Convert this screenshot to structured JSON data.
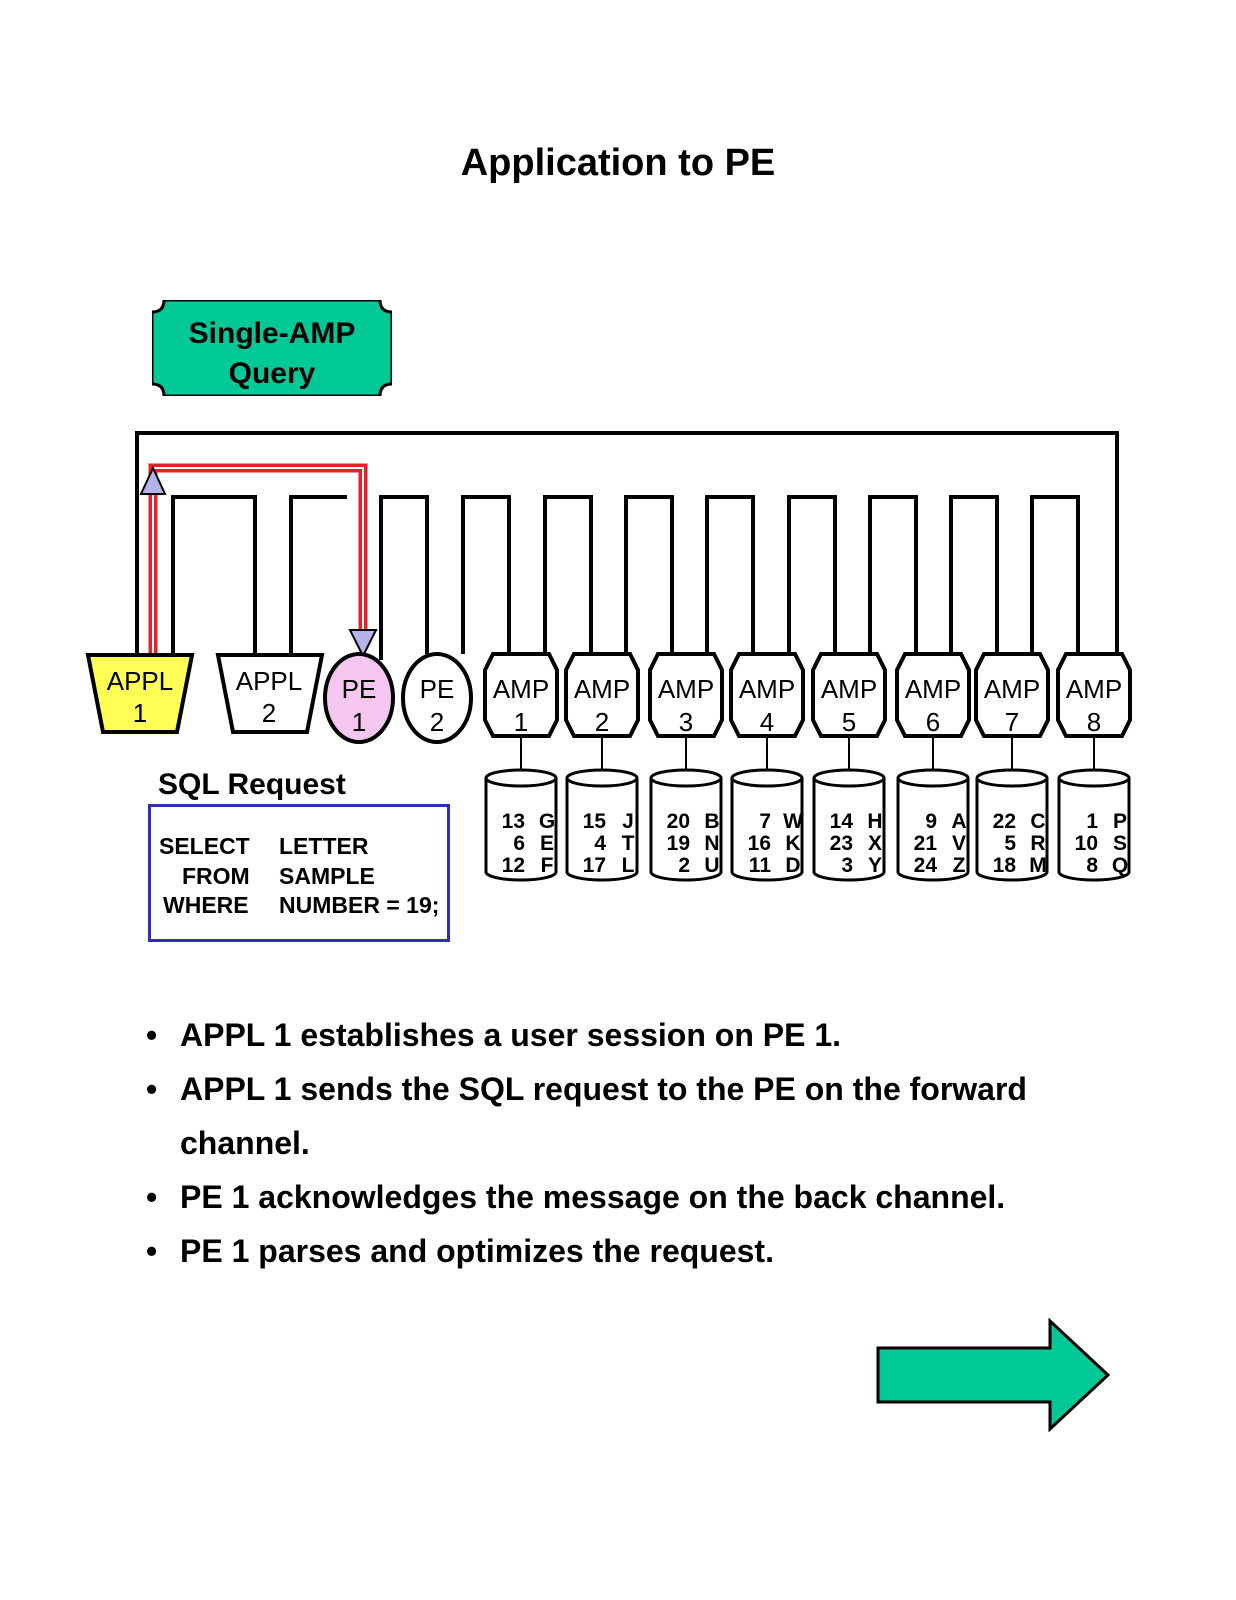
{
  "title": "Application to PE",
  "badge": {
    "line1": "Single-AMP",
    "line2": "Query"
  },
  "nodes": {
    "appl1": {
      "line1": "APPL",
      "line2": "1"
    },
    "appl2": {
      "line1": "APPL",
      "line2": "2"
    },
    "pe1": {
      "line1": "PE",
      "line2": "1"
    },
    "pe2": {
      "line1": "PE",
      "line2": "2"
    },
    "amps": [
      {
        "line1": "AMP",
        "line2": "1"
      },
      {
        "line1": "AMP",
        "line2": "2"
      },
      {
        "line1": "AMP",
        "line2": "3"
      },
      {
        "line1": "AMP",
        "line2": "4"
      },
      {
        "line1": "AMP",
        "line2": "5"
      },
      {
        "line1": "AMP",
        "line2": "6"
      },
      {
        "line1": "AMP",
        "line2": "7"
      },
      {
        "line1": "AMP",
        "line2": "8"
      }
    ]
  },
  "disks": [
    {
      "rows": [
        [
          "13",
          "G"
        ],
        [
          "6",
          "E"
        ],
        [
          "12",
          "F"
        ]
      ]
    },
    {
      "rows": [
        [
          "15",
          "J"
        ],
        [
          "4",
          "T"
        ],
        [
          "17",
          "L"
        ]
      ]
    },
    {
      "rows": [
        [
          "20",
          "B"
        ],
        [
          "19",
          "N"
        ],
        [
          "2",
          "U"
        ]
      ]
    },
    {
      "rows": [
        [
          "7",
          "W"
        ],
        [
          "16",
          "K"
        ],
        [
          "11",
          "D"
        ]
      ]
    },
    {
      "rows": [
        [
          "14",
          "H"
        ],
        [
          "23",
          "X"
        ],
        [
          "3",
          "Y"
        ]
      ]
    },
    {
      "rows": [
        [
          "9",
          "A"
        ],
        [
          "21",
          "V"
        ],
        [
          "24",
          "Z"
        ]
      ]
    },
    {
      "rows": [
        [
          "22",
          "C"
        ],
        [
          "5",
          "R"
        ],
        [
          "18",
          "M"
        ]
      ]
    },
    {
      "rows": [
        [
          "1",
          "P"
        ],
        [
          "10",
          "S"
        ],
        [
          "8",
          "Q"
        ]
      ]
    }
  ],
  "sql": {
    "heading": "SQL Request",
    "rows": [
      {
        "keyword": "SELECT",
        "value": "LETTER"
      },
      {
        "keyword": "FROM",
        "value": "SAMPLE"
      },
      {
        "keyword": "WHERE",
        "value": "NUMBER = 19;"
      }
    ]
  },
  "bullets": [
    "APPL 1 establishes a user session on PE 1.",
    "APPL 1 sends the SQL request to the PE on the forward channel.",
    "PE 1 acknowledges the message on the back channel.",
    "PE 1 parses and optimizes the request."
  ],
  "colors": {
    "appl_active": "#ffff55",
    "pe_active": "#f5c6f0",
    "accent_green": "#00c896",
    "channel_red": "#e8202a",
    "sql_border": "#2e2eb8",
    "arrowhead": "#b4b4ea"
  },
  "icons": {
    "next": "right-arrow-icon"
  }
}
